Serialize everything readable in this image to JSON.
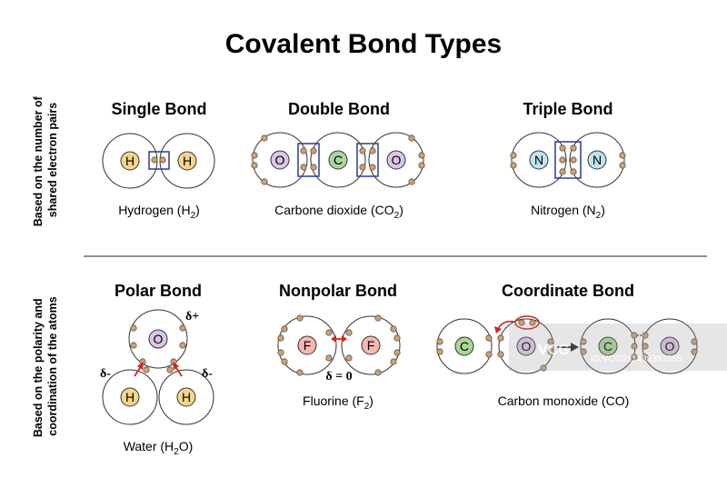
{
  "title": "Covalent Bond Types",
  "side_labels": {
    "top": [
      "Based on the number of",
      "shared electron pairs"
    ],
    "bottom": [
      "Based on the polarity and",
      "coordination of the atoms"
    ]
  },
  "panels": {
    "single": {
      "heading": "Single Bond",
      "caption": "Hydrogen (H",
      "sub": "2",
      "tail": ")",
      "atoms": [
        "H",
        "H"
      ]
    },
    "double": {
      "heading": "Double Bond",
      "caption": "Carbone dioxide (CO",
      "sub": "2",
      "tail": ")",
      "atoms": [
        "O",
        "C",
        "O"
      ]
    },
    "triple": {
      "heading": "Triple Bond",
      "caption": "Nitrogen (N",
      "sub": "2",
      "tail": ")",
      "atoms": [
        "N",
        "N"
      ]
    },
    "polar": {
      "heading": "Polar Bond",
      "caption": "Water (H",
      "sub": "2",
      "tail": "O)",
      "atoms": [
        "O",
        "H",
        "H"
      ],
      "charges": {
        "oxygen": "δ+",
        "left": "δ-",
        "right": "δ-"
      }
    },
    "nonpolar": {
      "heading": "Nonpolar Bond",
      "caption": "Fluorine (F",
      "sub": "2",
      "tail": ")",
      "atoms": [
        "F",
        "F"
      ],
      "delta_label": "δ = 0"
    },
    "coordinate": {
      "heading": "Coordinate Bond",
      "caption": "Carbon monoxide (CO)",
      "atoms": [
        "C",
        "O",
        "C",
        "O"
      ]
    }
  },
  "watermark": {
    "logo": "VCG",
    "id": "ID:VCG211498381558"
  },
  "colors": {
    "hydrogen": "#f4d58d",
    "oxygen": "#dcc5e6",
    "carbon": "#a8d79a",
    "nitrogen": "#bfe3ef",
    "fluorine": "#f5b8ae",
    "electron": "#c9a27a",
    "box": "#2b3a8f",
    "arrow": "#d42020"
  }
}
